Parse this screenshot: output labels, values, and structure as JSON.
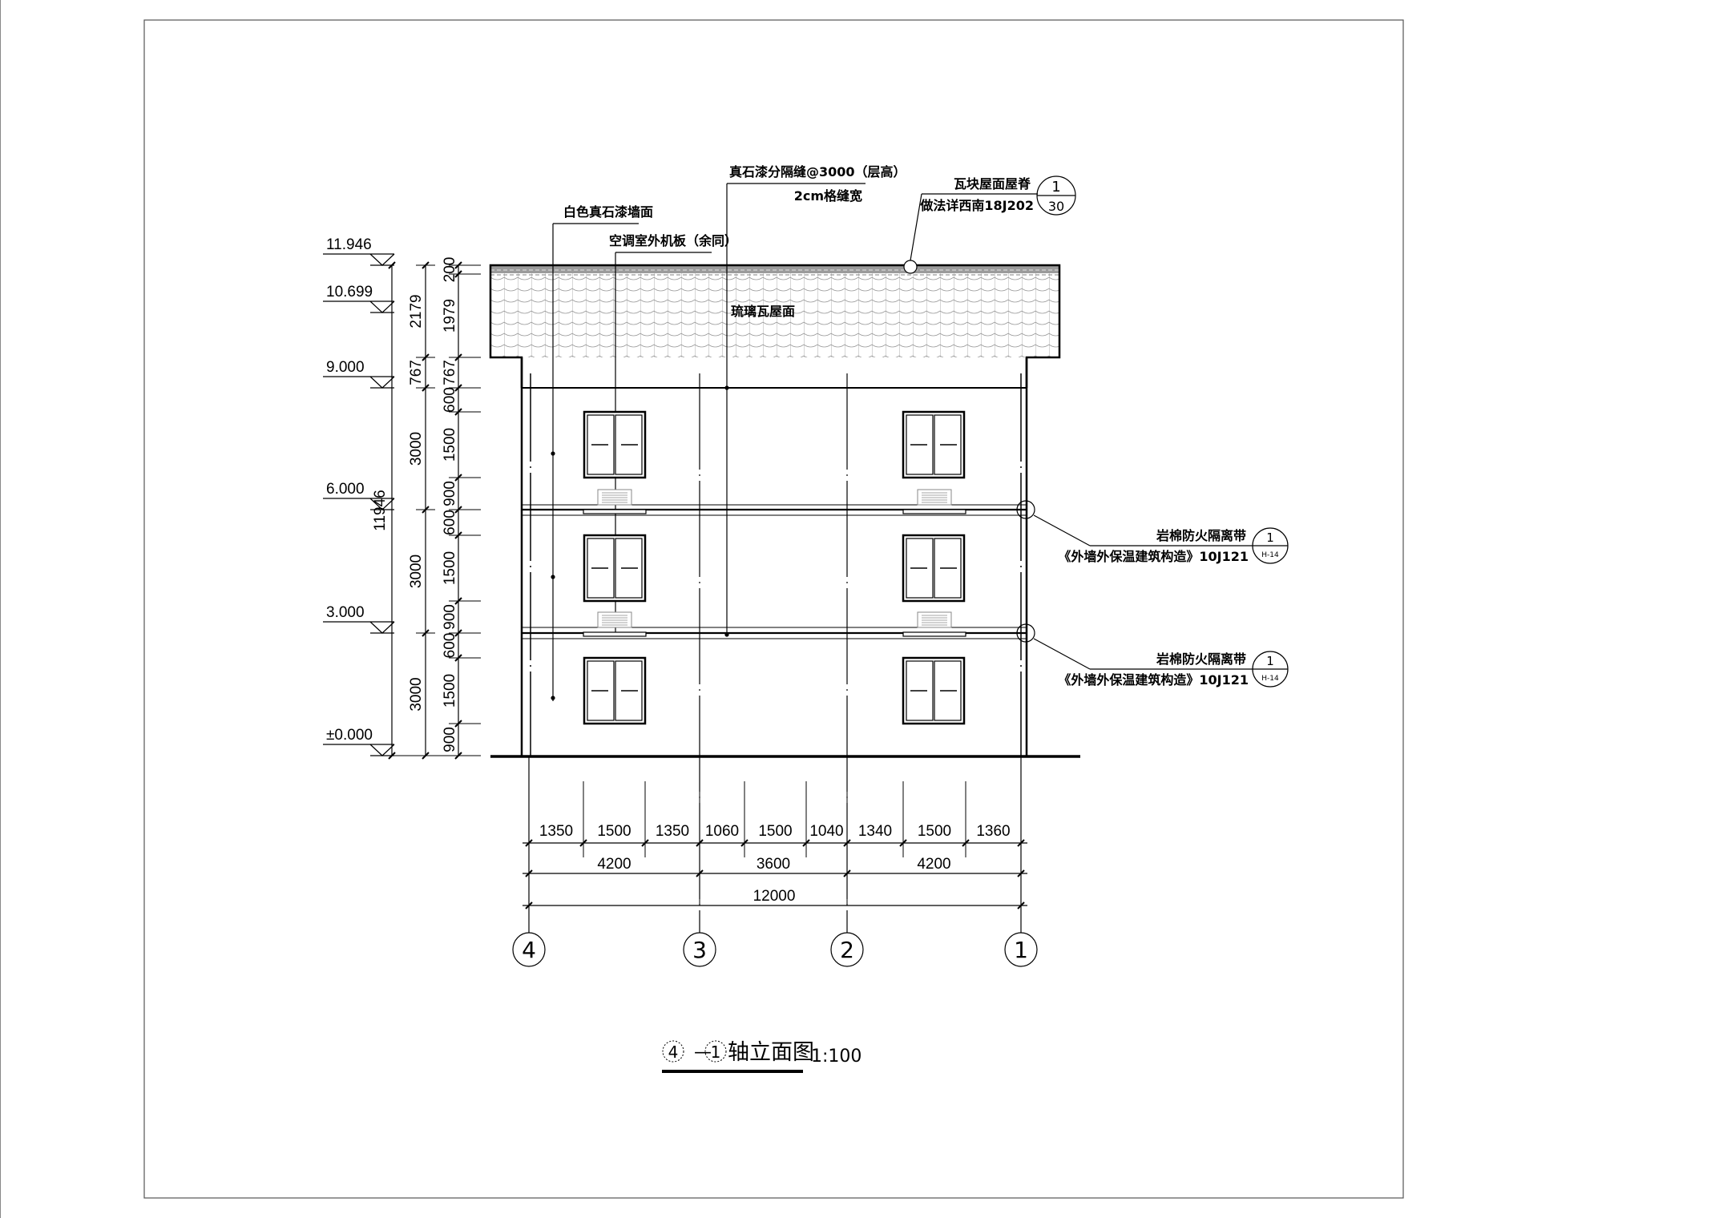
{
  "drawing": {
    "title": "④—①轴立面图",
    "scale": "1:100",
    "title_axes": [
      "4",
      "1"
    ],
    "title_text": "轴立面图"
  },
  "elevations": [
    {
      "label": "11.946"
    },
    {
      "label": "10.699"
    },
    {
      "label": "9.000"
    },
    {
      "label": "6.000"
    },
    {
      "label": "3.000"
    },
    {
      "label": "±0.000"
    }
  ],
  "vertical_dims": {
    "total": "11946",
    "outer": [
      "2179",
      "767",
      "3000",
      "3000",
      "3000"
    ],
    "inner": [
      "200",
      "1979",
      "767",
      "600",
      "1500",
      "900",
      "600",
      "1500",
      "900",
      "600",
      "1500",
      "900"
    ]
  },
  "horizontal_dims": {
    "detail": [
      "1350",
      "1500",
      "1350",
      "1060",
      "1500",
      "1040",
      "1340",
      "1500",
      "1360"
    ],
    "bays": [
      "4200",
      "3600",
      "4200"
    ],
    "total": "12000"
  },
  "grid_axes": [
    "4",
    "3",
    "2",
    "1"
  ],
  "annotations": {
    "wall_finish": "白色真石漆墙面",
    "ac_board": "空调室外机板（余同）",
    "joint_line1": "真石漆分隔缝@3000（层高）",
    "joint_line2": "2cm格缝宽",
    "ridge_line1": "瓦块屋面屋脊",
    "ridge_line2": "做法详西南18J202",
    "ridge_ref_top": "1",
    "ridge_ref_bottom": "30",
    "roof_label": "琉璃瓦屋面",
    "firebreak": [
      {
        "line1": "岩棉防火隔离带",
        "line2": "《外墙外保温建筑构造》10J121",
        "ref_top": "1",
        "ref_bottom": "H-14"
      },
      {
        "line1": "岩棉防火隔离带",
        "line2": "《外墙外保温建筑构造》10J121",
        "ref_top": "1",
        "ref_bottom": "H-14"
      }
    ]
  }
}
